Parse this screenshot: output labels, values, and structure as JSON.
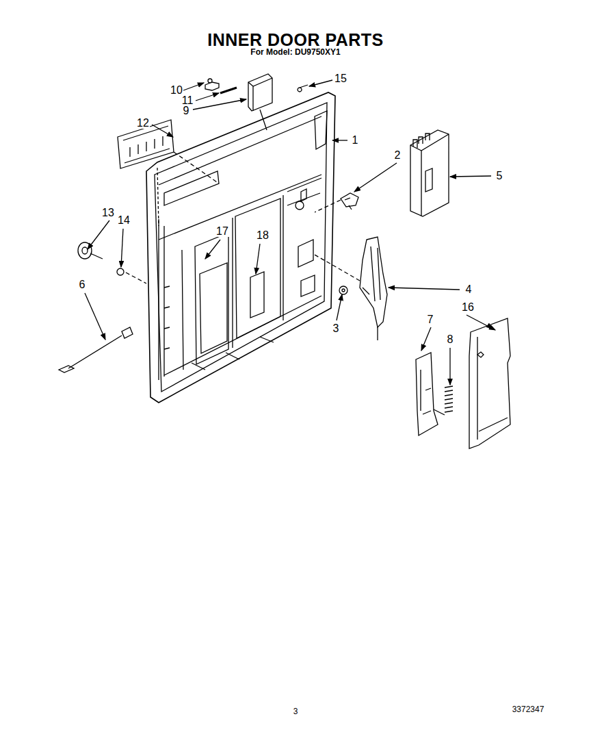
{
  "diagram": {
    "title": "INNER DOOR PARTS",
    "labels": [
      "For Model: DU9750XY1",
      "15",
      "10",
      "11",
      "9",
      "1",
      "12",
      "2",
      "5",
      "13",
      "14",
      "17",
      "18",
      "6",
      "4",
      "3",
      "16",
      "7",
      "8",
      "3",
      "3372347"
    ]
  }
}
